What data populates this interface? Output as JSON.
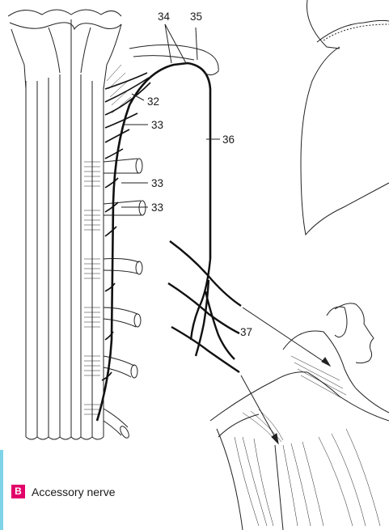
{
  "labels": {
    "l32": "32",
    "l33a": "33",
    "l33b": "33",
    "l33c": "33",
    "l34": "34",
    "l35": "35",
    "l36": "36",
    "l37": "37"
  },
  "caption": {
    "badge": "B",
    "text": "Accessory nerve"
  },
  "colors": {
    "badge": "#e2006a",
    "accent_bar": "#7fd3e6",
    "ink": "#1a1a1a"
  }
}
